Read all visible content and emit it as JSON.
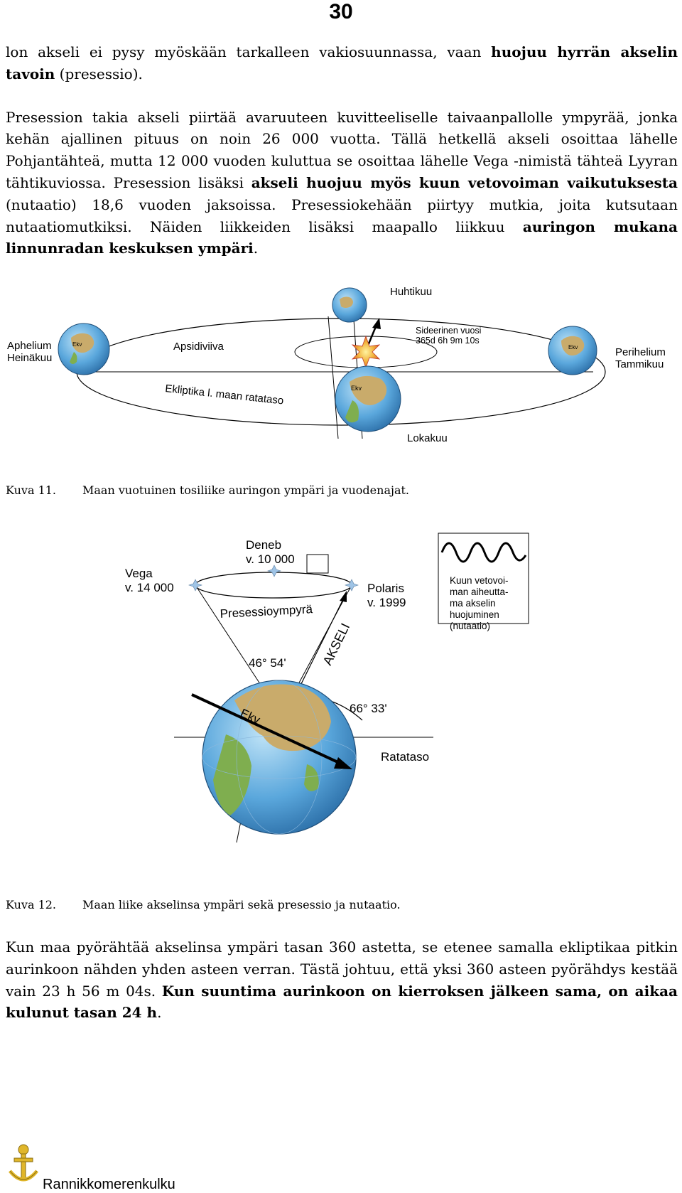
{
  "page_number": "30",
  "intro": {
    "p1_a": "lon akseli ei pysy myöskään tarkalleen vakiosuunnassa, vaan ",
    "p1_b": "huojuu hyrrän akselin tavoin",
    "p1_c": " (presessio).",
    "p2_a": "Presession takia akseli piirtää avaruuteen kuvitteeliselle taivaanpallolle ympyrää, jonka kehän ajallinen pituus on noin 26 000 vuotta. Tällä hetkellä akseli osoittaa lähelle Pohjantähteä, mutta 12 000 vuoden kuluttua se osoittaa lähelle Vega -nimistä tähteä Lyyran tähtikuviossa. Presession lisäksi ",
    "p2_b": "akseli huojuu myös kuun vetovoiman vaikutuksesta",
    "p2_c": " (nutaatio) 18,6 vuoden jaksoissa. Presessiokehään piirtyy mutkia, joita kutsutaan nutaatiomutkiksi. Näiden liikkeiden lisäksi maapallo liikkuu ",
    "p2_d": "auringon mukana linnunradan keskuksen ympäri",
    "p2_e": "."
  },
  "figure11": {
    "huhtikuu": "Huhtikuu",
    "aphelium": "Aphelium",
    "heinakuu": "Heinäkuu",
    "apsidiviiva": "Apsidiviiva",
    "sideerinen": "Sideerinen vuosi",
    "sideerinen_value": "365d 6h 9m 10s",
    "perihelium": "Perihelium",
    "tammikuu": "Tammikuu",
    "ekliptika": "Ekliptika l. maan ratataso",
    "lokakuu": "Lokakuu",
    "ekv": "Ekv",
    "caption_num": "Kuva 11.",
    "caption_text": "Maan vuotuinen tosiliike auringon ympäri ja vuodenajat."
  },
  "figure12": {
    "deneb": "Deneb",
    "deneb_year": "v. 10 000",
    "vega": "Vega",
    "vega_year": "v. 14 000",
    "polaris": "Polaris",
    "polaris_year": "v. 1999",
    "presessioympyra": "Presessioympyrä",
    "akseli": "AKSELI",
    "angle1": "46° 54'",
    "angle2": "66° 33'",
    "ekv": "Ekv",
    "ratataso": "Ratataso",
    "nutation_lines": [
      "Kuun vetovoi-",
      "man aiheutta-",
      "ma akselin",
      "huojuminen",
      "(nutaatio)"
    ],
    "caption_num": "Kuva 12.",
    "caption_text": "Maan liike akselinsa ympäri sekä presessio ja nutaatio."
  },
  "outro": {
    "p_a": "Kun maa pyörähtää akselinsa ympäri tasan 360 astetta, se etenee samalla ekliptikaa pitkin aurinkoon nähden yhden asteen verran. Tästä johtuu, että yksi 360 asteen pyörähdys kestää vain 23 h 56 m 04s. ",
    "p_b": "Kun suuntima aurinkoon on kierroksen jälkeen sama, on aikaa kulunut tasan 24 h",
    "p_c": "."
  },
  "footer": {
    "brand": "Rannikkomerenkulku",
    "logo_icon": "anchor-emblem-icon"
  },
  "colors": {
    "ocean": "#5aa7dc",
    "land": "#c9ab6b",
    "land_green": "#7fae4f",
    "sun": "#f2b33d"
  }
}
